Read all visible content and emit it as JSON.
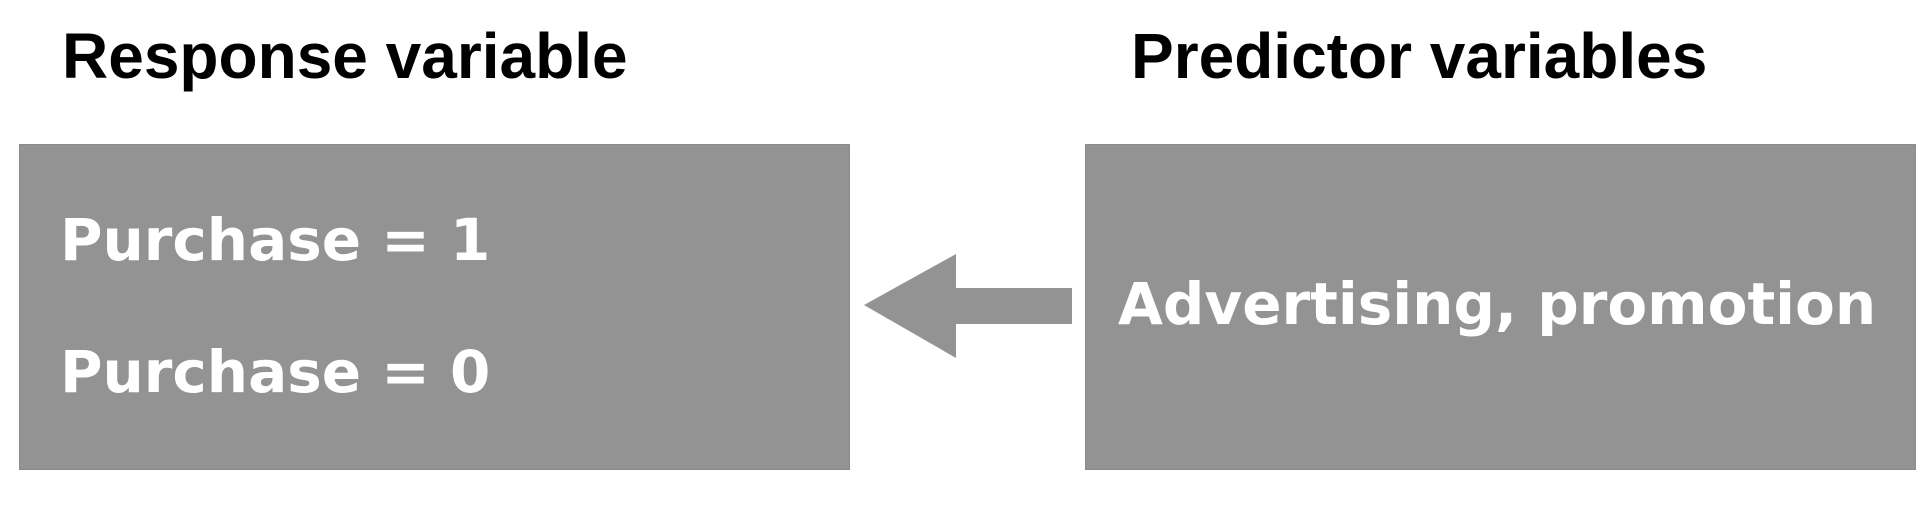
{
  "diagram": {
    "response": {
      "heading": "Response variable",
      "lines": [
        "Purchase = 1",
        "Purchase = 0"
      ]
    },
    "predictor": {
      "heading": "Predictor variables",
      "text": "Advertising, promotion"
    },
    "colors": {
      "box_fill": "#939393",
      "arrow_fill": "#939393",
      "box_text": "#ffffff",
      "heading_text": "#000000"
    },
    "arrow": {
      "direction": "left",
      "from": "predictor",
      "to": "response"
    }
  }
}
